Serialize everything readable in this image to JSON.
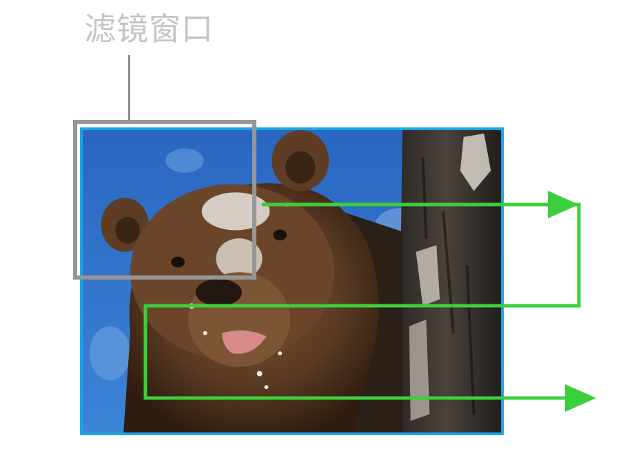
{
  "label": {
    "text": "滤镜窗口"
  },
  "colors": {
    "label_text": "#c4c4c4",
    "leader_line": "#8c8c8c",
    "filter_window_border": "#969696",
    "photo_border": "#1aa6e4",
    "scan_path": "#3ccf3c",
    "sky": "#2f70c8",
    "bear_fur": "#5a3a22",
    "tree_bark": "#3a3430"
  },
  "icons": {
    "photo": "brown-bear-photo",
    "arrows": "scan-path-arrows"
  }
}
